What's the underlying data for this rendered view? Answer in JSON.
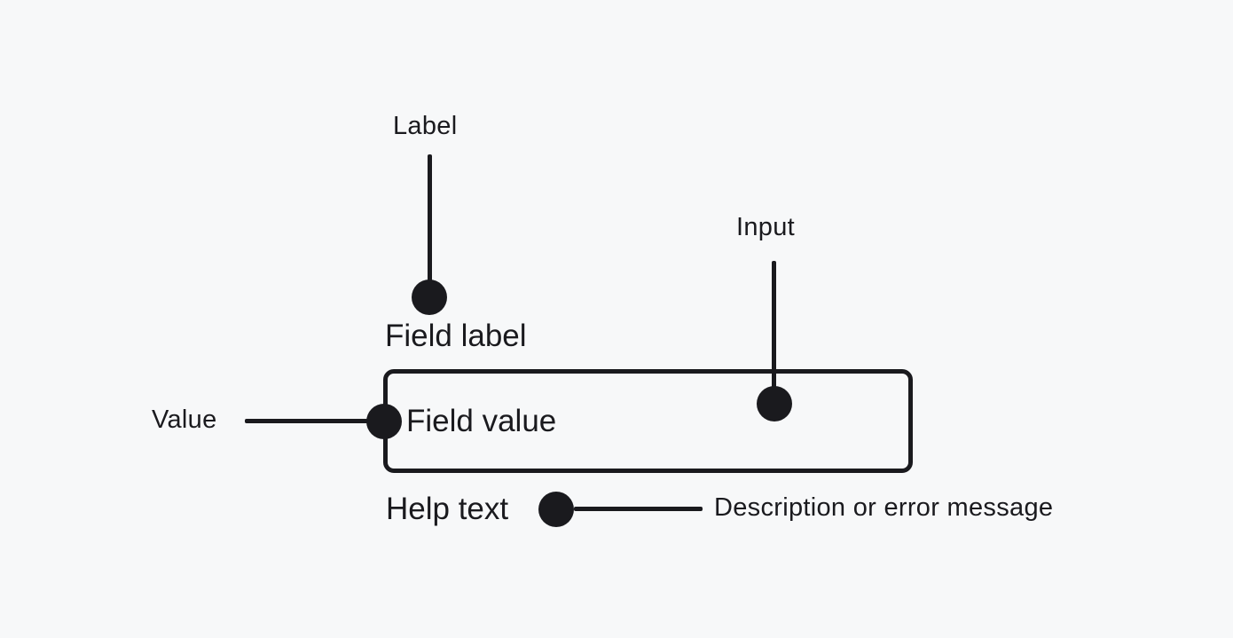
{
  "colors": {
    "background": "#f7f8f9",
    "ink": "#1a1a1e"
  },
  "callouts": {
    "label": "Label",
    "input": "Input",
    "value": "Value",
    "help_description": "Description or error message"
  },
  "field": {
    "label": "Field label",
    "value": "Field value",
    "help_text": "Help text"
  }
}
